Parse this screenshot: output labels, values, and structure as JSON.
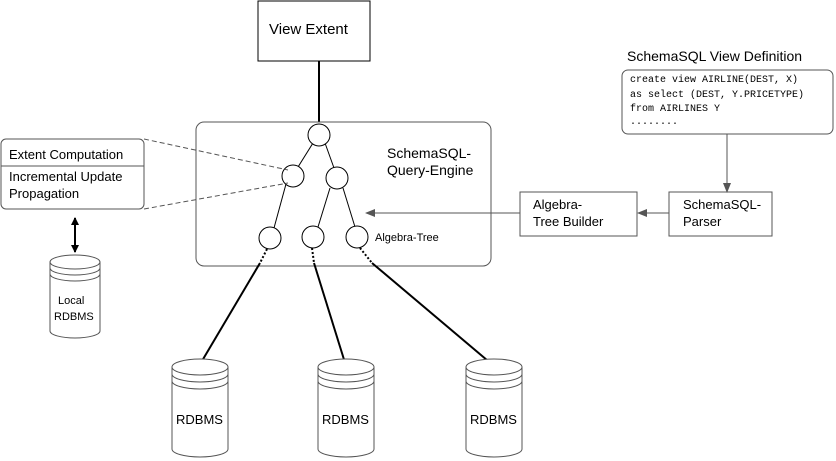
{
  "view_extent": "View Extent",
  "engine": {
    "line1": "SchemaSQL-",
    "line2": "Query-Engine"
  },
  "algebra_tree": "Algebra-Tree",
  "extent_box": {
    "computation": "Extent Computation",
    "update_line1": "Incremental Update",
    "update_line2": "Propagation"
  },
  "local_db": {
    "line1": "Local",
    "line2": "RDBMS"
  },
  "rdbms": [
    "RDBMS",
    "RDBMS",
    "RDBMS"
  ],
  "builder": {
    "line1": "Algebra-",
    "line2": "Tree Builder"
  },
  "parser": {
    "line1": "SchemaSQL-",
    "line2": "Parser"
  },
  "view_definition": {
    "title": "SchemaSQL View Definition",
    "code": [
      "create view AIRLINE(DEST, X)",
      "as select (DEST, Y.PRICETYPE)",
      "from AIRLINES Y",
      "........"
    ]
  }
}
